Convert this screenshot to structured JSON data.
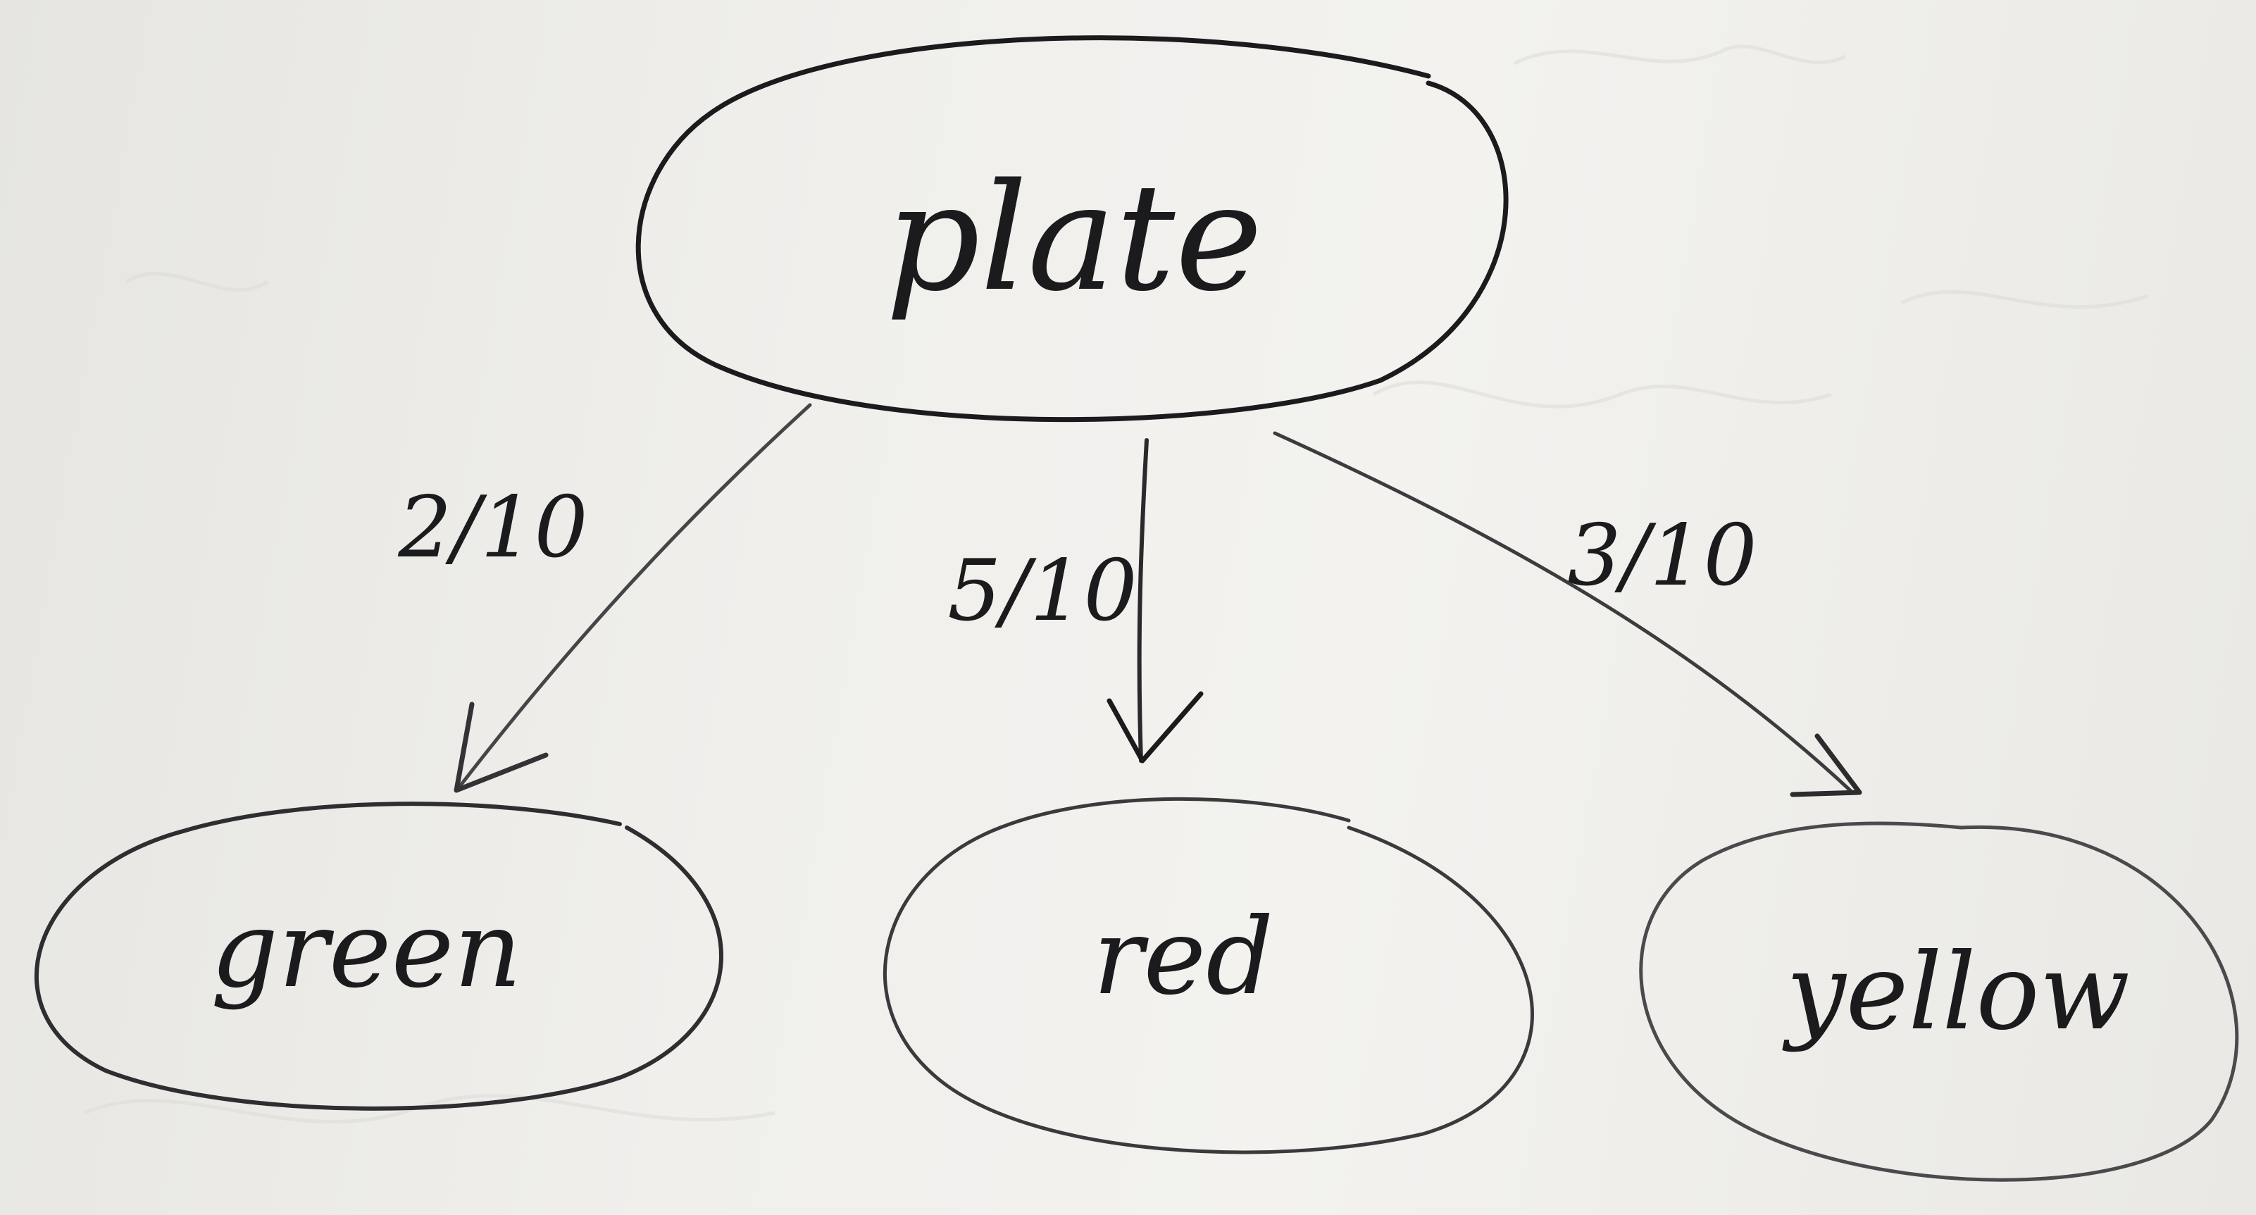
{
  "nodes": {
    "root": {
      "label": "plate"
    },
    "green": {
      "label": "green"
    },
    "red": {
      "label": "red"
    },
    "yellow": {
      "label": "yellow"
    }
  },
  "edges": {
    "to_green": {
      "label": "2/10"
    },
    "to_red": {
      "label": "5/10"
    },
    "to_yellow": {
      "label": "3/10"
    }
  },
  "colors": {
    "ink": "#1b1b1e",
    "board": "#ecebe8"
  }
}
